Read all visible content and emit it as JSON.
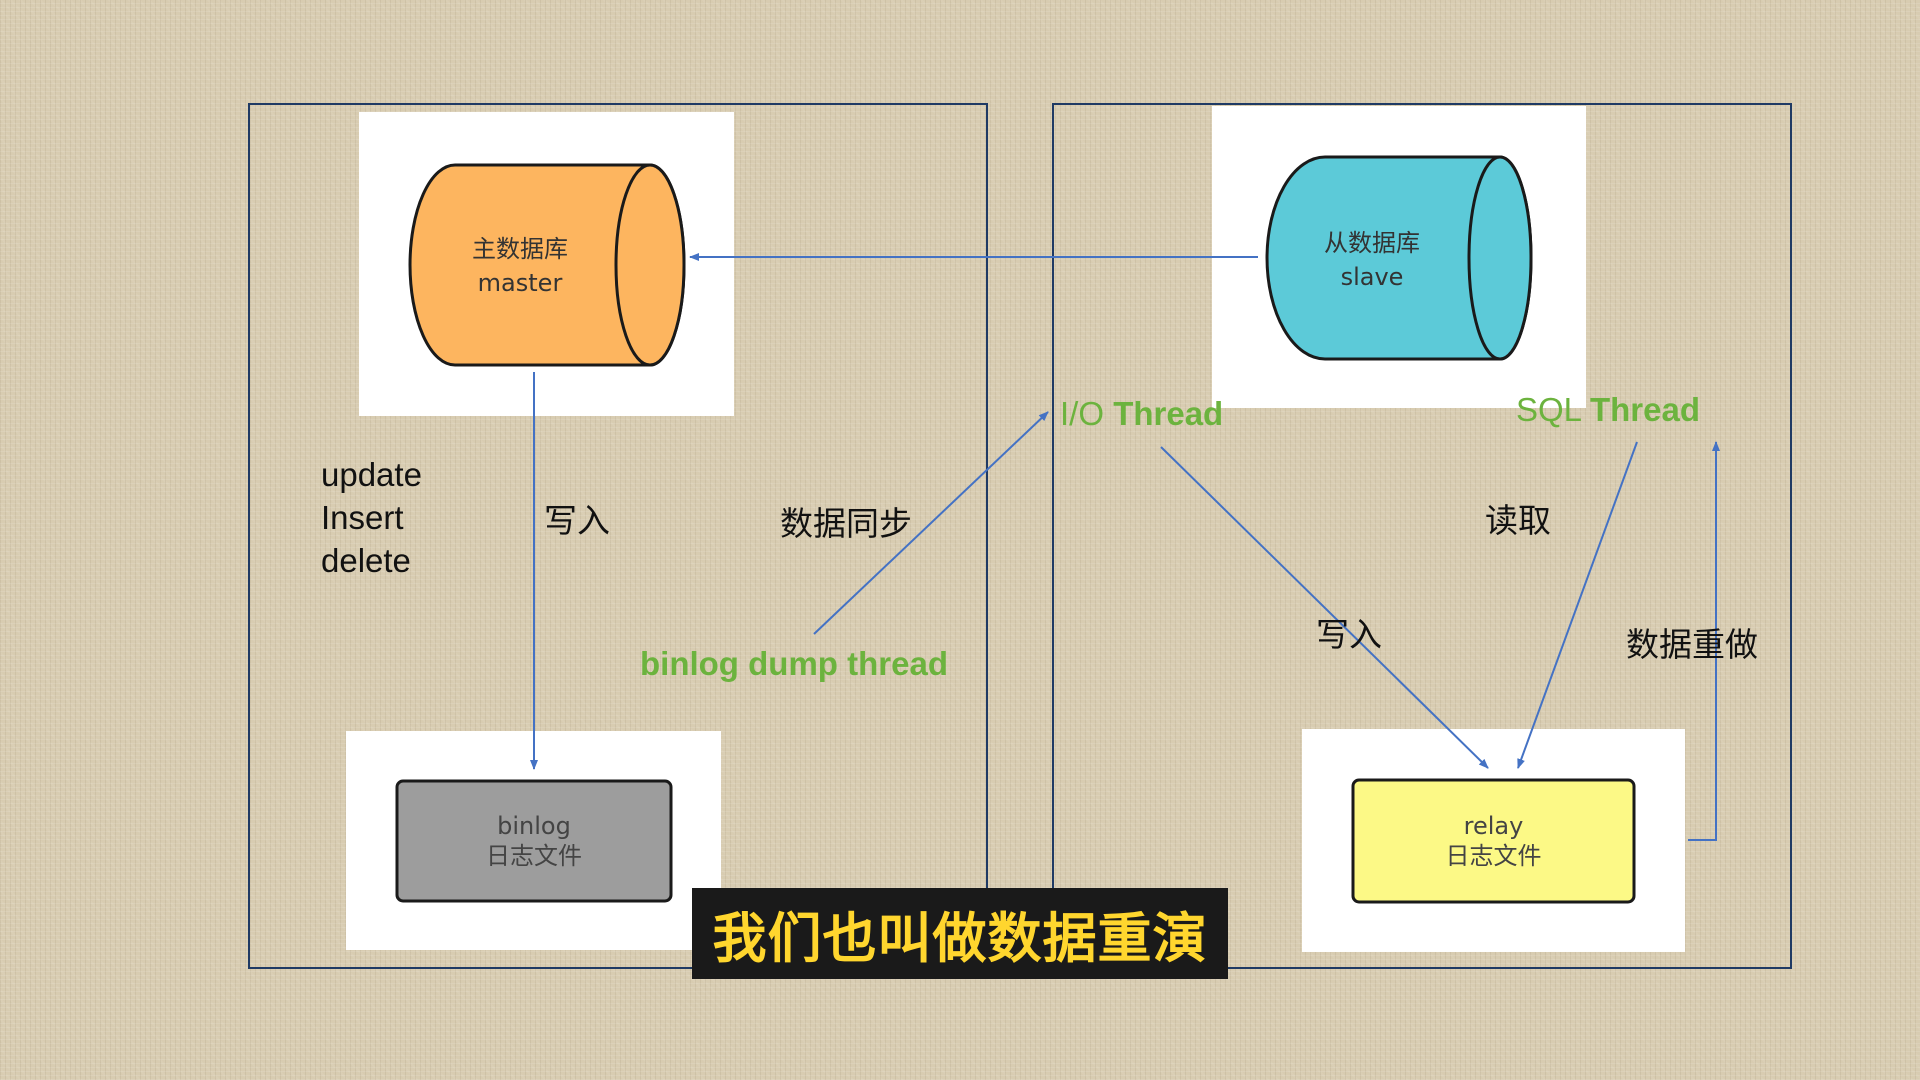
{
  "master": {
    "title": "主数据库",
    "subtitle": "master"
  },
  "slave": {
    "title": "从数据库",
    "subtitle": "slave"
  },
  "binlog": {
    "title": "binlog",
    "subtitle": "日志文件"
  },
  "relay": {
    "title": "relay",
    "subtitle": "日志文件"
  },
  "operations": [
    "update",
    "Insert",
    "delete"
  ],
  "labels": {
    "write_left": "写入",
    "data_sync": "数据同步",
    "binlog_dump": "binlog dump thread",
    "io_thread_prefix": "I/O ",
    "io_thread_bold": "Thread",
    "sql_thread_prefix": "SQL ",
    "sql_thread_bold": "Thread",
    "read": "读取",
    "write_right": "写入",
    "redo": "数据重做"
  },
  "caption": "我们也叫做数据重演",
  "colors": {
    "master_fill": "#fdb55f",
    "slave_fill": "#5ccad8",
    "binlog_fill": "#9d9d9d",
    "relay_fill": "#fcf986",
    "arrow": "#4472c4",
    "thread_text": "#6cb33e",
    "caption_text": "#ffd62e"
  }
}
